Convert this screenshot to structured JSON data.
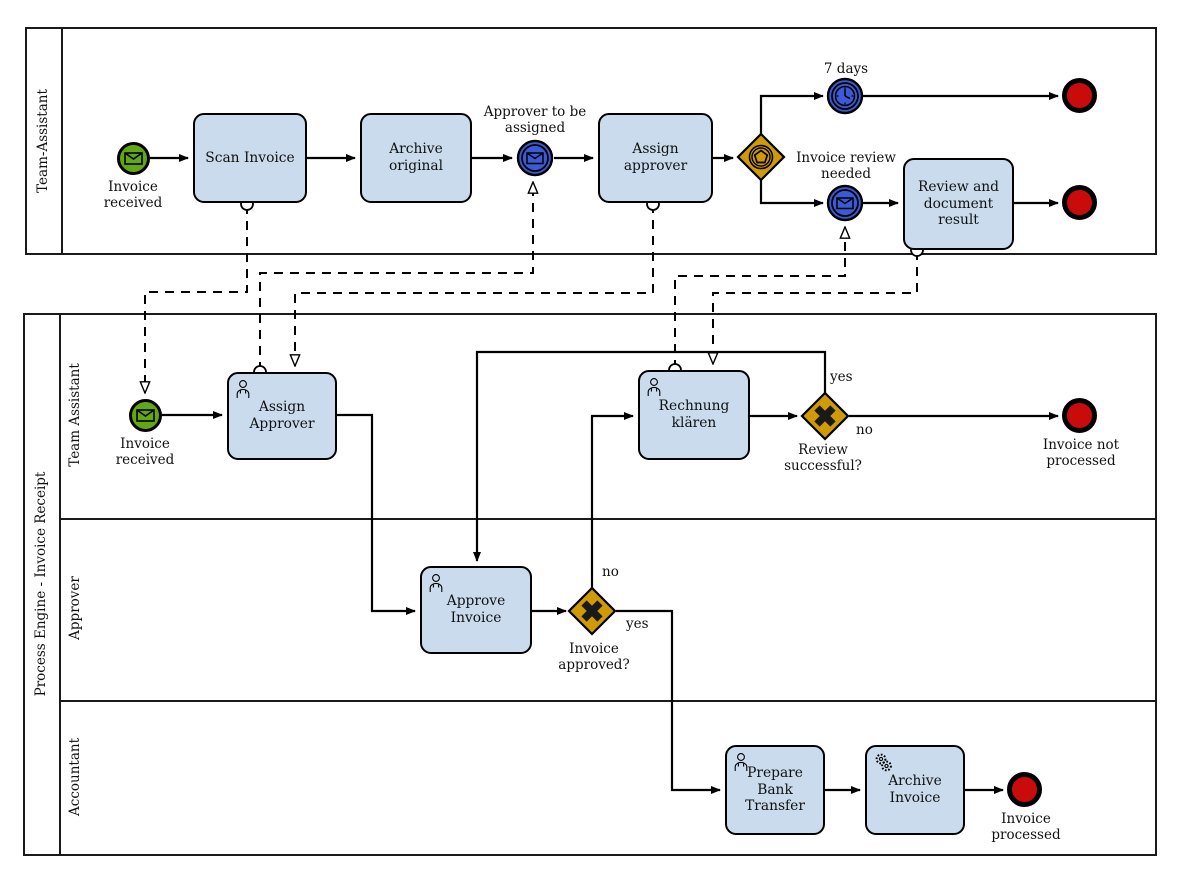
{
  "colors": {
    "task_fill": "#c9dbec",
    "gateway_fill": "#cf9a06",
    "start_event_fill": "#63a717",
    "intermediate_event_fill": "#3b5bd6",
    "end_event_fill": "#c90b0b",
    "line": "#000000"
  },
  "pools": {
    "top": {
      "label": "Team-Assistant"
    },
    "bottom": {
      "label": "Process Engine - Invoice Receipt",
      "lanes": [
        {
          "label": "Team Assistant"
        },
        {
          "label": "Approver"
        },
        {
          "label": "Accountant"
        }
      ]
    }
  },
  "top": {
    "start": "Invoice received",
    "scan": "Scan Invoice",
    "archive": "Archive original",
    "msg1": "Approver to be assigned",
    "assign": "Assign approver",
    "timer": "7 days",
    "msg2": "Invoice review needed",
    "review": "Review and document result"
  },
  "bottom": {
    "start": "Invoice received",
    "assign": "Assign Approver",
    "rechnung": "Rechnung klären",
    "gw_review": {
      "question": "Review successful?",
      "yes": "yes",
      "no": "no"
    },
    "end_not_processed": "Invoice not processed",
    "approve": "Approve Invoice",
    "gw_approved": {
      "question": "Invoice approved?",
      "yes": "yes",
      "no": "no"
    },
    "prepare": "Prepare Bank Transfer",
    "archive": "Archive Invoice",
    "end_processed": "Invoice processed"
  }
}
